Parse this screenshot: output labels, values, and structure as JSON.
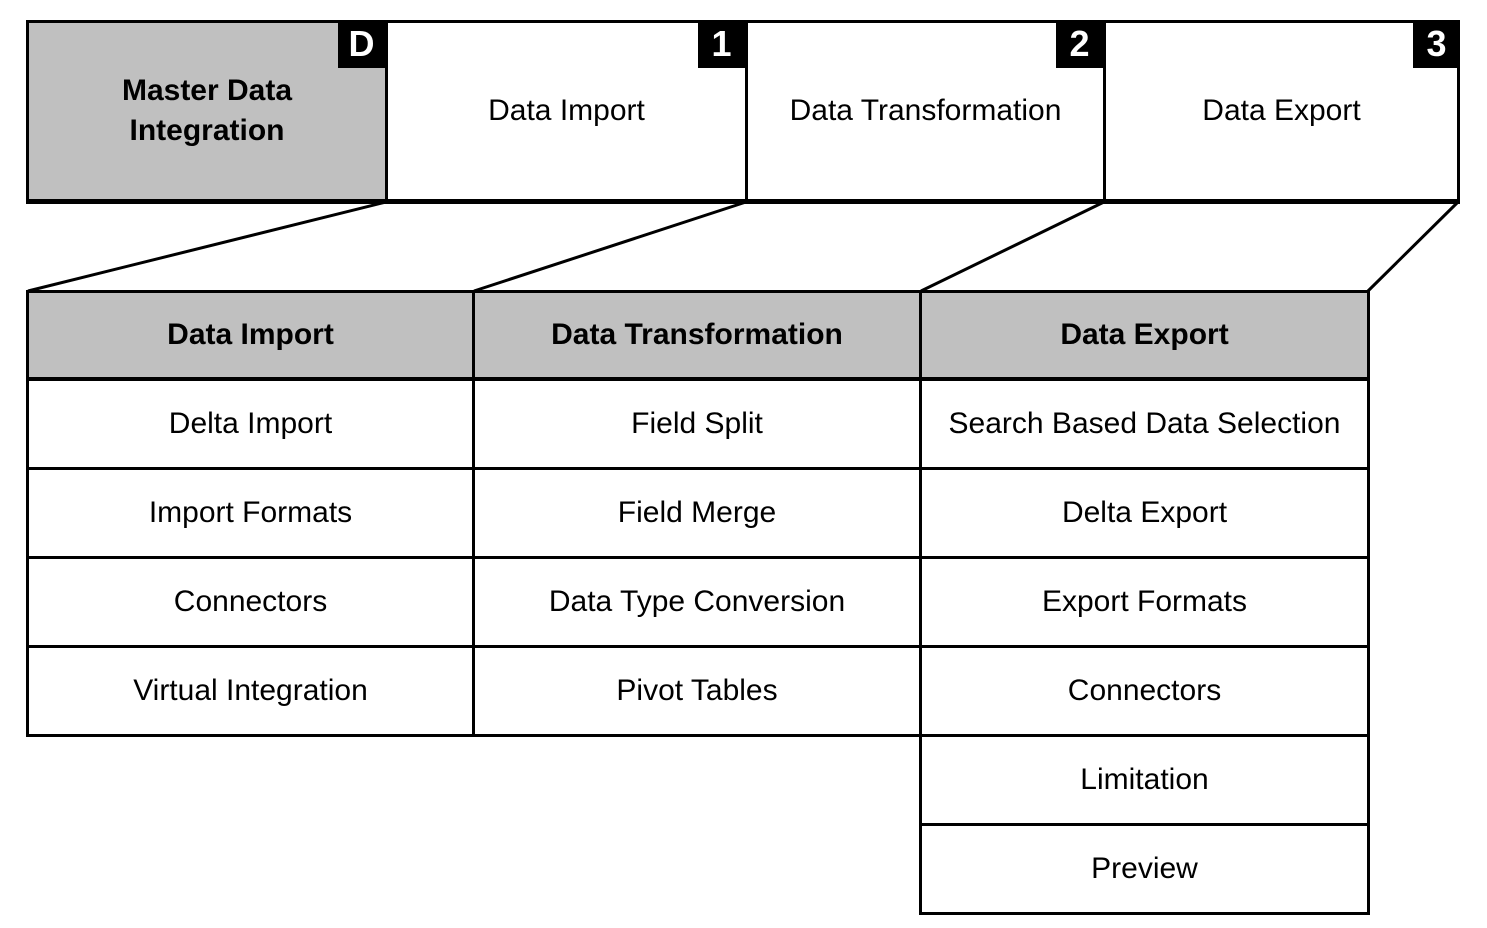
{
  "diagram": {
    "title": "Master Data Integration",
    "top_row": [
      {
        "label": "Master Data Integration",
        "badge": "D",
        "highlighted": true
      },
      {
        "label": "Data Import",
        "badge": "1",
        "highlighted": false
      },
      {
        "label": "Data Transformation",
        "badge": "2",
        "highlighted": false
      },
      {
        "label": "Data Export",
        "badge": "3",
        "highlighted": false
      }
    ],
    "columns": [
      {
        "header": "Data Import",
        "items": [
          "Delta Import",
          "Import Formats",
          "Connectors",
          "Virtual Integration"
        ]
      },
      {
        "header": "Data Transformation",
        "items": [
          "Field Split",
          "Field Merge",
          "Data Type Conversion",
          "Pivot Tables"
        ]
      },
      {
        "header": "Data Export",
        "items": [
          "Search Based Data Selection",
          "Delta Export",
          "Export Formats",
          "Connectors",
          "Limitation",
          "Preview"
        ]
      }
    ],
    "colors": {
      "header_fill": "#C0C0C0",
      "badge_fill": "#000000",
      "badge_text": "#FFFFFF",
      "line": "#000000",
      "background": "#FFFFFF"
    }
  }
}
